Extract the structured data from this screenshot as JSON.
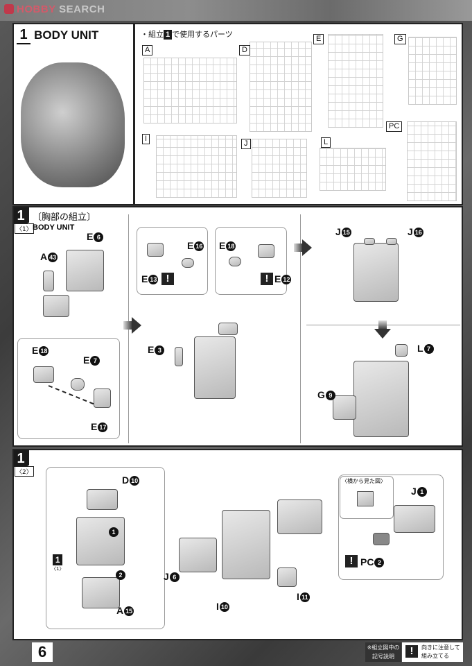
{
  "header": {
    "logo_brand": "HOBBY",
    "logo_rest": "SEARCH"
  },
  "section1": {
    "step": "1",
    "title": "BODY UNIT",
    "parts_heading_prefix": "・組立",
    "parts_heading_num": "1",
    "parts_heading_suffix": "で使用するパーツ",
    "sprues": [
      "A",
      "D",
      "E",
      "G",
      "I",
      "J",
      "L",
      "PC"
    ]
  },
  "section2": {
    "step": "1",
    "title": "〔胸部の組立〕",
    "substep": "〈1〉",
    "subtitle": "BODY UNIT",
    "callouts": {
      "e6": {
        "letter": "E",
        "num": "6"
      },
      "a43": {
        "letter": "A",
        "num": "43"
      },
      "e18a": {
        "letter": "E",
        "num": "18"
      },
      "e7": {
        "letter": "E",
        "num": "7"
      },
      "e17": {
        "letter": "E",
        "num": "17"
      },
      "e16": {
        "letter": "E",
        "num": "16"
      },
      "e13": {
        "letter": "E",
        "num": "13"
      },
      "e18b": {
        "letter": "E",
        "num": "18"
      },
      "e12": {
        "letter": "E",
        "num": "12"
      },
      "e3": {
        "letter": "E",
        "num": "3"
      },
      "j15": {
        "letter": "J",
        "num": "15"
      },
      "j16": {
        "letter": "J",
        "num": "16"
      },
      "l7": {
        "letter": "L",
        "num": "7"
      },
      "g9": {
        "letter": "G",
        "num": "9"
      }
    },
    "warn": "!"
  },
  "section3": {
    "step": "1",
    "substep": "〈2〉",
    "ref_step": "1",
    "ref_substep": "〈1〉",
    "side_view": "〈横から見た図〉",
    "order": [
      "1",
      "2"
    ],
    "callouts": {
      "d10": {
        "letter": "D",
        "num": "10"
      },
      "a15": {
        "letter": "A",
        "num": "15"
      },
      "j6": {
        "letter": "J",
        "num": "6"
      },
      "i10": {
        "letter": "I",
        "num": "10"
      },
      "i11": {
        "letter": "I",
        "num": "11"
      },
      "j1": {
        "letter": "J",
        "num": "1"
      },
      "pc2": {
        "letter": "PC",
        "num": "2"
      }
    },
    "warn": "!"
  },
  "footer": {
    "page": "6",
    "legend_title": "※組立図中の記号説明",
    "legend_icon": "!",
    "legend_text": "向きに注意して組み立てる"
  }
}
